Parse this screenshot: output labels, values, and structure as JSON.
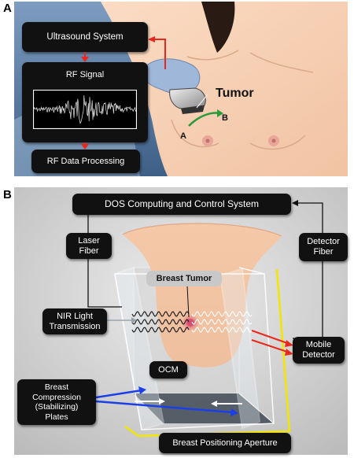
{
  "panel_a": {
    "letter": "A",
    "ultrasound_system": "Ultrasound System",
    "rf_signal": "RF Signal",
    "rf_processing": "RF Data Processing",
    "tumor": "Tumor",
    "point_a": "A",
    "point_b": "B"
  },
  "panel_b": {
    "letter": "B",
    "dos_system": "DOS Computing and Control System",
    "laser_fiber": "Laser\nFiber",
    "detector_fiber": "Detector\nFiber",
    "breast_tumor": "Breast Tumor",
    "nir_transmission": "NIR Light\nTransmission",
    "mobile_detector": "Mobile\nDetector",
    "ocm": "OCM",
    "compression_plates": "Breast\nCompression\n(Stabilizing)\nPlates",
    "positioning_aperture": "Breast Positioning Aperture"
  },
  "colors": {
    "skin": "#f7d2b6",
    "background_blue": "#5c7fa8",
    "arrow_red": "#e8281c",
    "arrow_blue": "#1a3ee8",
    "arrow_green": "#2a9a3a",
    "aperture_yellow": "#f2e600"
  }
}
